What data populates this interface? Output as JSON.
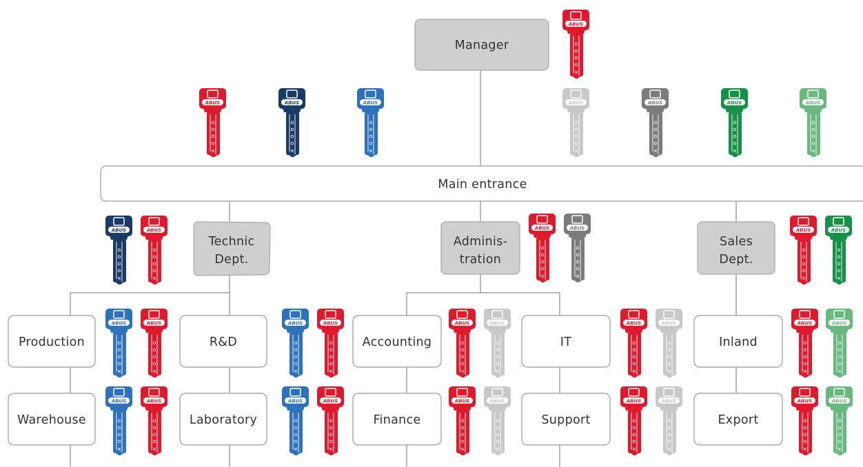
{
  "colors": {
    "red": "#e01a2d",
    "navy": "#1c3a66",
    "blue": "#2e72bb",
    "silver": "#c8c8c8",
    "grey": "#7b7b7b",
    "green": "#169147",
    "lightgreen": "#68b880",
    "box_fill": "#cfcfcf",
    "line": "#8a8a8a"
  },
  "key_brand": "ABUS",
  "nodes": {
    "manager": {
      "label": "Manager",
      "keys": [
        "red"
      ]
    },
    "main_entrance": {
      "label": "Main entrance",
      "keys": [
        "red",
        "navy",
        "blue",
        "silver",
        "grey",
        "green",
        "lightgreen"
      ]
    },
    "technic": {
      "line1": "Technic",
      "line2": "Dept.",
      "keys": [
        "navy",
        "red"
      ]
    },
    "administration": {
      "line1": "Adminis-",
      "line2": "tration",
      "keys": [
        "red",
        "grey"
      ]
    },
    "sales": {
      "line1": "Sales",
      "line2": "Dept.",
      "keys": [
        "red",
        "green"
      ]
    },
    "production": {
      "label": "Production",
      "keys": [
        "blue",
        "red"
      ]
    },
    "rnd": {
      "label": "R&D",
      "keys": [
        "blue",
        "red"
      ]
    },
    "accounting": {
      "label": "Accounting",
      "keys": [
        "red",
        "silver"
      ]
    },
    "it": {
      "label": "IT",
      "keys": [
        "red",
        "silver"
      ]
    },
    "inland": {
      "label": "Inland",
      "keys": [
        "red",
        "lightgreen"
      ]
    },
    "warehouse": {
      "label": "Warehouse",
      "keys": [
        "blue",
        "red"
      ]
    },
    "laboratory": {
      "label": "Laboratory",
      "keys": [
        "blue",
        "red"
      ]
    },
    "finance": {
      "label": "Finance",
      "keys": [
        "red",
        "silver"
      ]
    },
    "support": {
      "label": "Support",
      "keys": [
        "red",
        "silver"
      ]
    },
    "export": {
      "label": "Export",
      "keys": [
        "red",
        "lightgreen"
      ]
    }
  }
}
